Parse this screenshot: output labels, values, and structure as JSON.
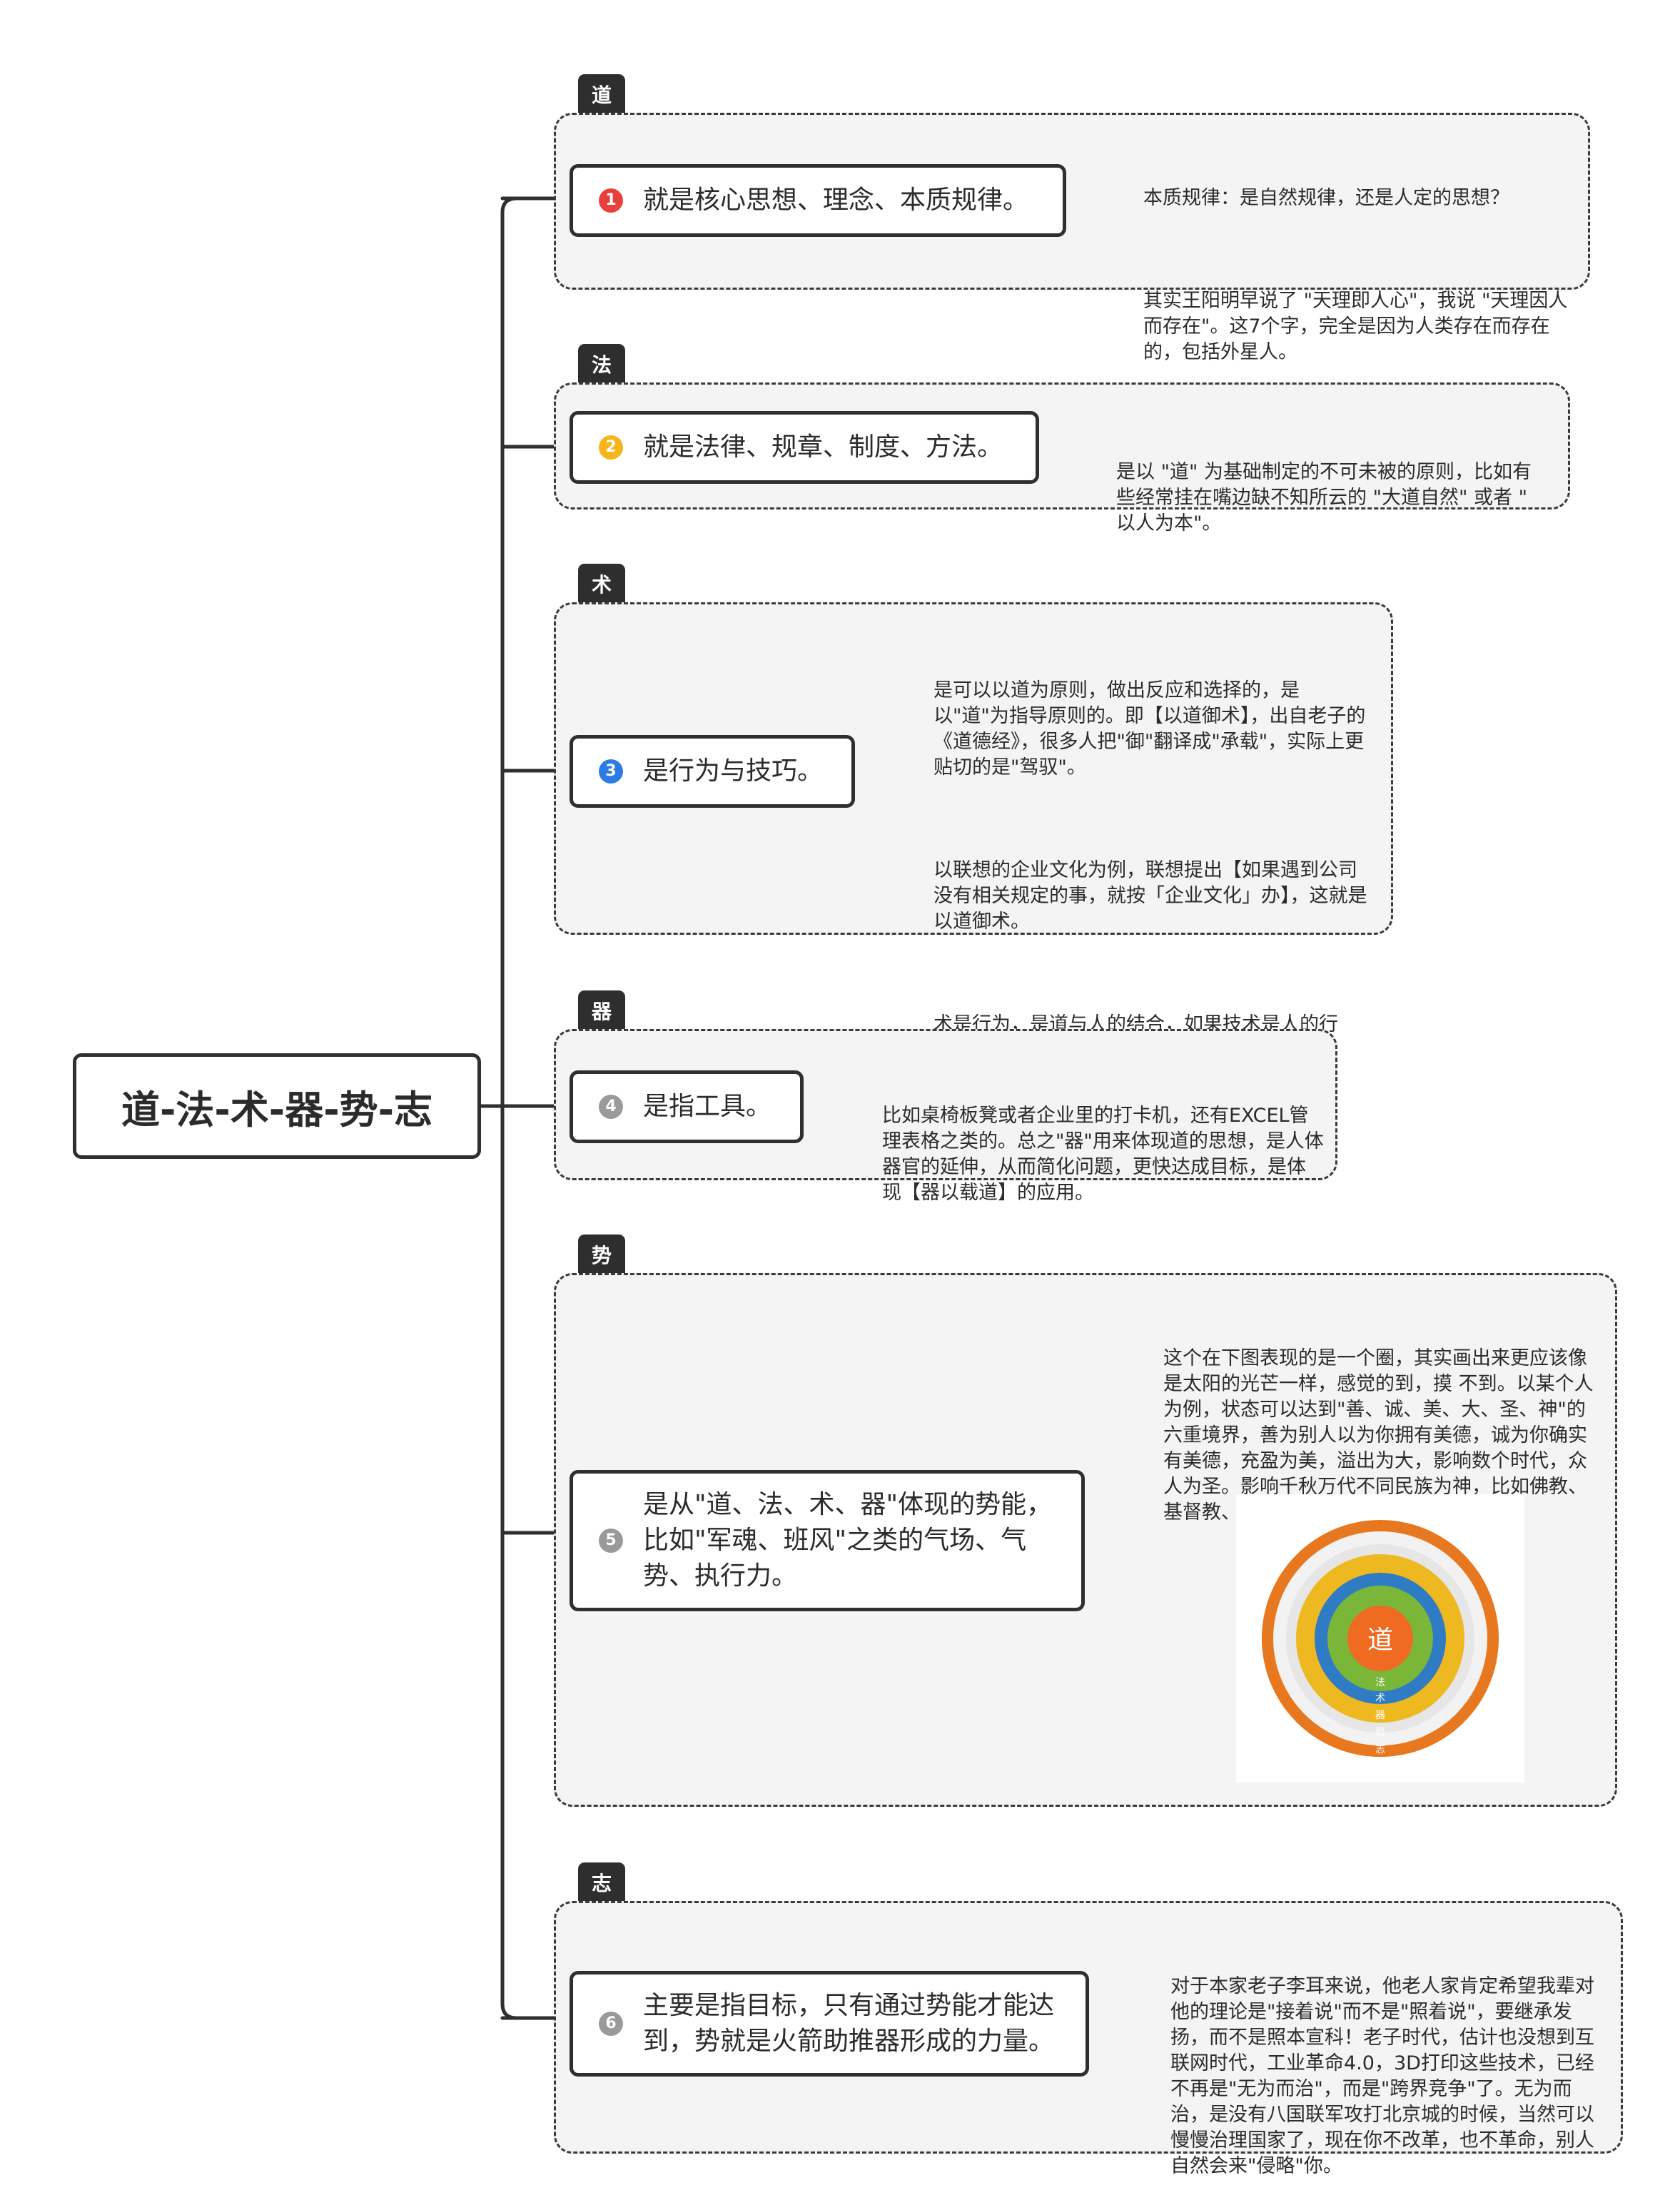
{
  "root": {
    "title": "道-法-术-器-势-志"
  },
  "branches": [
    {
      "tag": "道",
      "number": "1",
      "number_color": "#e8413b",
      "text": "就是核心思想、理念、本质规律。",
      "note": [
        "本质规律：是自然规律，还是人定的思想？",
        "其实王阳明早说了 \"天理即人心\"，我说 \"天理因人而存在\"。这7个字，完全是因为人类存在而存在的，包括外星人。"
      ]
    },
    {
      "tag": "法",
      "number": "2",
      "number_color": "#f6b51b",
      "text": "就是法律、规章、制度、方法。",
      "note": [
        "是以 \"道\" 为基础制定的不可未被的原则，比如有些经常挂在嘴边缺不知所云的 \"大道自然\" 或者 \" 以人为本\"。"
      ]
    },
    {
      "tag": "术",
      "number": "3",
      "number_color": "#2c7be5",
      "text": "是行为与技巧。",
      "note": [
        "是可以以道为原则，做出反应和选择的，是以\"道\"为指导原则的。即【以道御术】，出自老子的《道德经》，很多人把\"御\"翻译成\"承载\"，实际上更贴切的是\"驾驭\"。",
        "以联想的企业文化为例，联想提出【如果遇到公司没有相关规定的事，就按「企业文化」办】，这就是以道御术。",
        "术是行为，是道与人的结合，如果技术是人的行为，那就是术，如果把技术写在墙上，还是法。"
      ]
    },
    {
      "tag": "器",
      "number": "4",
      "number_color": "#9a9a9a",
      "text": "是指工具。",
      "note": [
        "比如桌椅板凳或者企业里的打卡机，还有EXCEL管理表格之类的。总之\"器\"用来体现道的思想，是人体器官的延伸，从而简化问题，更快达成目标，是体现【器以载道】的应用。"
      ]
    },
    {
      "tag": "势",
      "number": "5",
      "number_color": "#9a9a9a",
      "text": "是从\"道、法、术、器\"体现的势能，比如\"军魂、班风\"之类的气场、气势、执行力。",
      "note": [
        "这个在下图表现的是一个圈，其实画出来更应该像是太阳的光芒一样，感觉的到，摸 不到。以某个人为例，状态可以达到\"善、诚、美、大、圣、神\"的六重境界，善为别人以为你拥有美德，诚为你确实有美德，充盈为美，溢出为大，影响数个时代，众人为圣。影响千秋万代不同民族为神，比如佛教、基督教、伊斯兰教的创始人。"
      ],
      "rings": {
        "center": "道",
        "labels": [
          "法",
          "术",
          "器",
          "势",
          "志"
        ],
        "colors": [
          "#e8781f",
          "#f2f2f2",
          "#eeb820",
          "#2f7cc4",
          "#7ab638",
          "#f06b22"
        ]
      }
    },
    {
      "tag": "志",
      "number": "6",
      "number_color": "#9a9a9a",
      "text": "主要是指目标，只有通过势能才能达到，势就是火箭助推器形成的力量。",
      "note": [
        "对于本家老子李耳来说，他老人家肯定希望我辈对他的理论是\"接着说\"而不是\"照着说\"，要继承发扬，而不是照本宣科！老子时代，估计也没想到互联网时代，工业革命4.0，3D打印这些技术，已经不再是\"无为而治\"，而是\"跨界竞争\"了。无为而治，是没有八国联军攻打北京城的时候，当然可以慢慢治理国家了，现在你不改革，也不革命，别人自然会来\"侵略\"你。"
      ]
    }
  ]
}
